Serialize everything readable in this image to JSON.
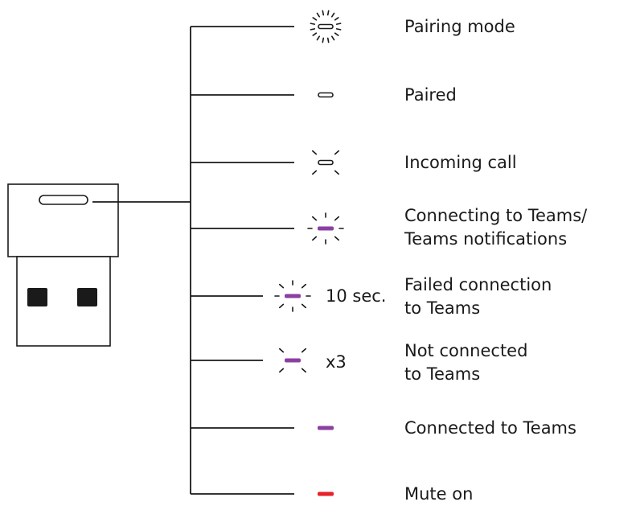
{
  "colors": {
    "line": "#1a1a1a",
    "white_led": "#ffffff",
    "purple_led": "#8b3fa0",
    "red_led": "#e8202a",
    "usb_pad": "#1a1a1a"
  },
  "states": [
    {
      "id": "pairing",
      "lines": [
        "Pairing mode"
      ],
      "led": "white",
      "pattern": "burst"
    },
    {
      "id": "paired",
      "lines": [
        "Paired"
      ],
      "led": "white",
      "pattern": "solid"
    },
    {
      "id": "incoming",
      "lines": [
        "Incoming call"
      ],
      "led": "white",
      "pattern": "blink-diagonal"
    },
    {
      "id": "connecting",
      "lines": [
        "Connecting to Teams/",
        "Teams notifications"
      ],
      "led": "purple",
      "pattern": "blink-full"
    },
    {
      "id": "failed",
      "lines": [
        "Failed connection",
        "to Teams"
      ],
      "led": "purple",
      "pattern": "blink-full",
      "suffix": "10 sec."
    },
    {
      "id": "not_connected",
      "lines": [
        "Not connected",
        "to Teams"
      ],
      "led": "purple",
      "pattern": "blink-diagonal",
      "suffix": "x3"
    },
    {
      "id": "connected",
      "lines": [
        "Connected to Teams"
      ],
      "led": "purple",
      "pattern": "solid"
    },
    {
      "id": "mute",
      "lines": [
        "Mute on"
      ],
      "led": "red",
      "pattern": "solid"
    }
  ]
}
